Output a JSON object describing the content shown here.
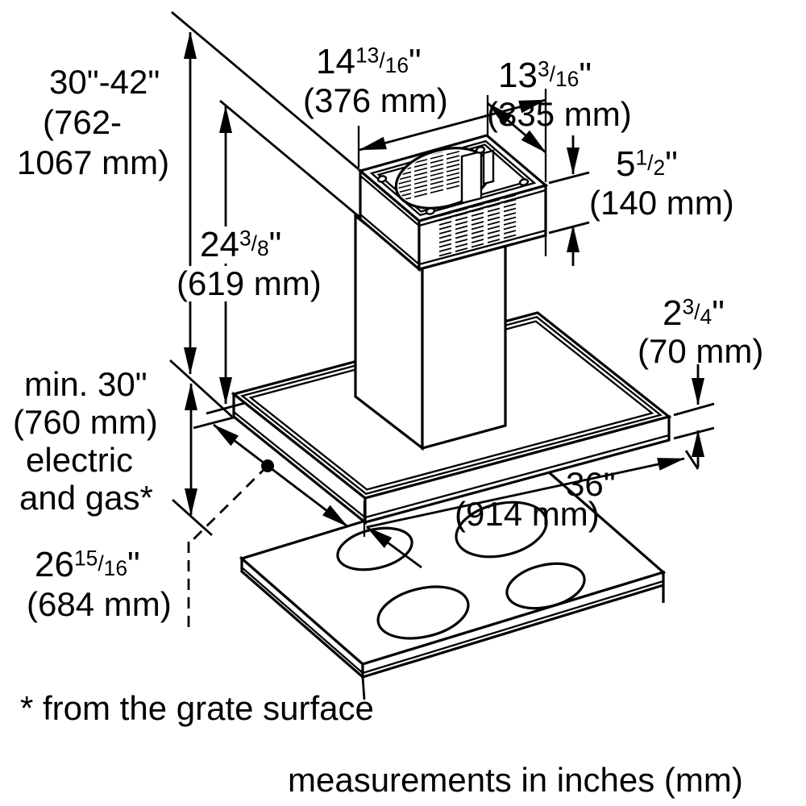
{
  "labels": {
    "height_range": {
      "line1": "30\"-42\"",
      "line2": "(762-",
      "line3": "1067 mm)"
    },
    "top_width": {
      "whole": "14",
      "num": "13",
      "slash": "/",
      "den": "16",
      "unit": "\"",
      "metric": "(376 mm)"
    },
    "top_depth": {
      "whole": "13",
      "num": "3",
      "slash": "/",
      "den": "16",
      "unit": "\"",
      "metric": "(335 mm)"
    },
    "upper_section_height": {
      "whole": "5",
      "num": "1",
      "slash": "/",
      "den": "2",
      "unit": "\"",
      "metric": "(140 mm)"
    },
    "chimney_height": {
      "whole": "24",
      "num": "3",
      "slash": "/",
      "den": "8",
      "unit": "\"",
      "metric": "(619 mm)"
    },
    "min_clearance": {
      "line1": "min. 30\"",
      "line2": "(760 mm)",
      "line3": "electric",
      "line4": "and gas*"
    },
    "canopy_depth": {
      "whole": "26",
      "num": "15",
      "slash": "/",
      "den": "16",
      "unit": "\"",
      "metric": "(684 mm)"
    },
    "canopy_thickness": {
      "whole": "2",
      "num": "3",
      "slash": "/",
      "den": "4",
      "unit": "\"",
      "metric": "(70 mm)"
    },
    "canopy_width": {
      "value": "36\"",
      "metric": "(914 mm)"
    },
    "footnote": "* from the grate surface",
    "units_note": "measurements in inches (mm)"
  }
}
